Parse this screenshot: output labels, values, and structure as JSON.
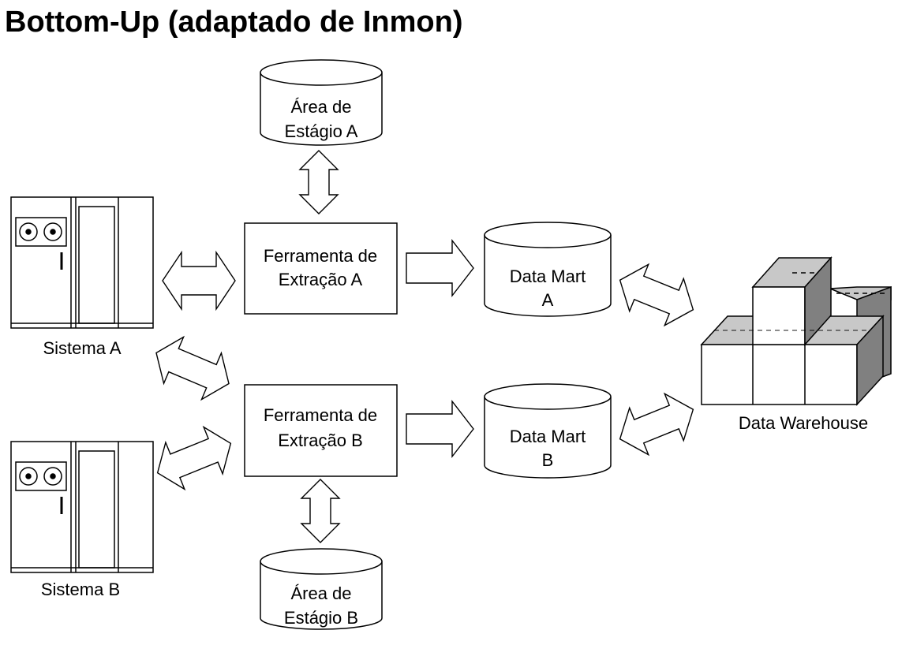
{
  "title": "Bottom-Up (adaptado de Inmon)",
  "nodes": {
    "sistema_a": "Sistema A",
    "sistema_b": "Sistema B",
    "ferramenta_a": [
      "Ferramenta de",
      "Extração A"
    ],
    "ferramenta_b": [
      "Ferramenta de",
      "Extração B"
    ],
    "area_a": [
      "Área de",
      "Estágio A"
    ],
    "area_b": [
      "Área de",
      "Estágio B"
    ],
    "mart_a": [
      "Data Mart",
      "A"
    ],
    "mart_b": [
      "Data Mart",
      "B"
    ],
    "warehouse": "Data Warehouse"
  },
  "colors": {
    "cube_top": "#c8c8c8",
    "cube_side": "#808080",
    "cube_front": "#ffffff",
    "stroke": "#000000"
  }
}
